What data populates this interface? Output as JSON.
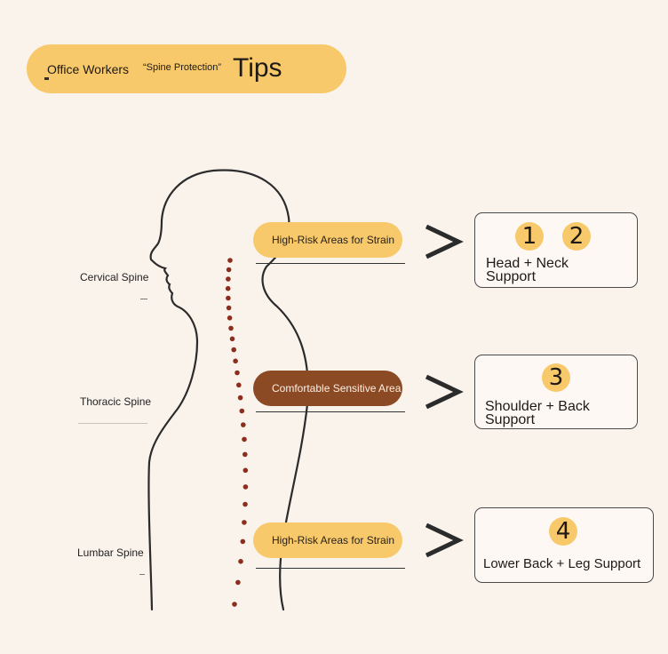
{
  "title": {
    "part1": "Office Workers",
    "part2": "“Spine Protection”",
    "part3": "Tips"
  },
  "spine_labels": {
    "cervical": "Cervical Spine",
    "thoracic": "Thoracic Spine",
    "lumbar": "Lumbar Spine"
  },
  "zones": [
    {
      "label": "High-Risk Areas for Strain",
      "style": "yellow"
    },
    {
      "label": "Comfortable Sensitive Area",
      "style": "brown"
    },
    {
      "label": "High-Risk Areas for Strain",
      "style": "yellow"
    }
  ],
  "supports": [
    {
      "numbers": [
        "1",
        "2"
      ],
      "line1": "Head + Neck",
      "line2": "Support"
    },
    {
      "numbers": [
        "3"
      ],
      "line1": "Shoulder + Back",
      "line2": "Support"
    },
    {
      "numbers": [
        "4"
      ],
      "line1": "Lower Back + Leg Support",
      "line2": ""
    }
  ],
  "colors": {
    "background": "#faf3ec",
    "accent_yellow": "#f7c96a",
    "accent_brown": "#8b4a24",
    "spine_dots": "#8b2e1e"
  }
}
